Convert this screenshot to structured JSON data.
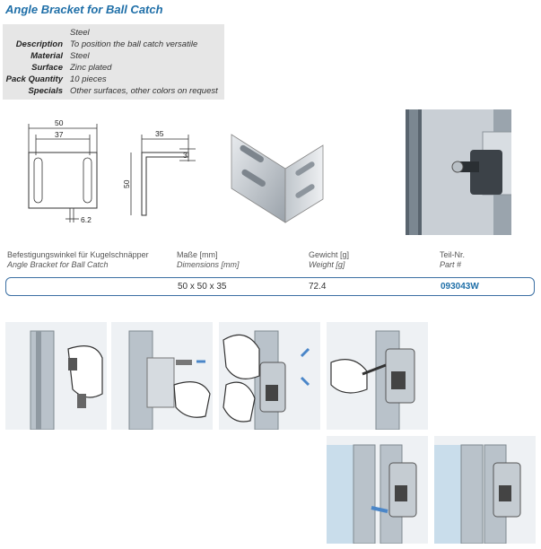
{
  "product": {
    "title": "Angle Bracket for Ball Catch"
  },
  "specs": [
    {
      "key": "",
      "value": "Steel"
    },
    {
      "key": "Description",
      "value": "To position the ball catch versatile"
    },
    {
      "key": "Material",
      "value": "Steel"
    },
    {
      "key": "Surface",
      "value": "Zinc plated"
    },
    {
      "key": "Pack Quantity",
      "value": "10 pieces"
    },
    {
      "key": "Specials",
      "value": "Other surfaces, other colors on request"
    }
  ],
  "drawing_dims": {
    "width_outer": "50",
    "width_inner": "37",
    "slot_bottom": "6.2",
    "side_top": "35",
    "side_thickness": "3",
    "side_height": "50"
  },
  "table": {
    "headers": [
      {
        "de": "Befestigungswinkel für Kugelschnäpper",
        "en": "Angle Bracket for Ball Catch"
      },
      {
        "de": "Maße [mm]",
        "en": "Dimensions [mm]"
      },
      {
        "de": "Gewicht [g]",
        "en": "Weight [g]"
      },
      {
        "de": "Teil-Nr.",
        "en": "Part #"
      }
    ],
    "row": {
      "name": "",
      "dimensions": "50 x 50 x 35",
      "weight": "72.4",
      "part": "093043W"
    }
  },
  "colors": {
    "accent_blue": "#1f6fa8",
    "spec_bg": "#e6e6e6",
    "arrow_blue": "#4a86c8"
  }
}
